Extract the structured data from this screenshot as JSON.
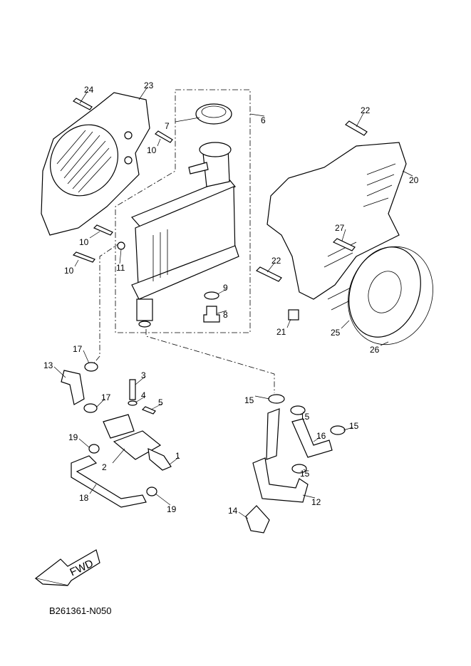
{
  "diagram": {
    "callouts": [
      "24",
      "23",
      "6",
      "7",
      "22",
      "10",
      "20",
      "10",
      "11",
      "27",
      "22",
      "10",
      "9",
      "8",
      "21",
      "25",
      "26",
      "17",
      "13",
      "3",
      "17",
      "4",
      "5",
      "15",
      "15",
      "15",
      "16",
      "19",
      "1",
      "2",
      "15",
      "18",
      "12",
      "19",
      "14"
    ],
    "fwd_label": "FWD",
    "drawing_code": "B261361-N050"
  }
}
